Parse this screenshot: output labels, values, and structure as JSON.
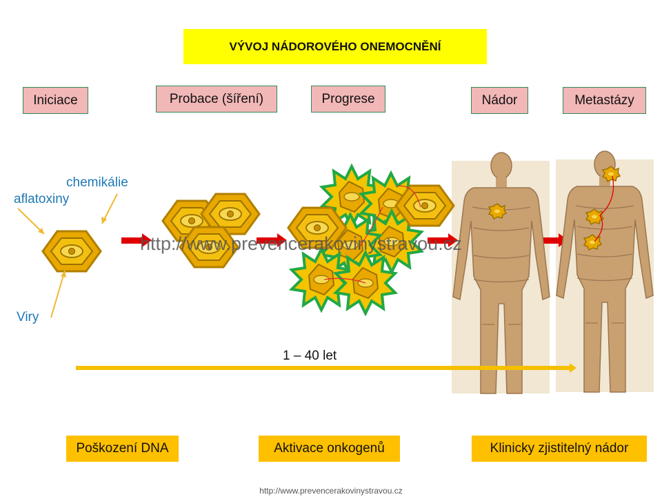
{
  "title": "VÝVOJ NÁDOROVÉHO ONEMOCNĚNÍ",
  "stages": [
    "Iniciace",
    "Probace (šíření)",
    "Progrese",
    "Nádor",
    "Metastázy"
  ],
  "factors": {
    "chemicals": "chemikálie",
    "aflatoxins": "aflatoxiny",
    "viruses": "Viry"
  },
  "timeline_label": "1 – 40 let",
  "watermark": "http://www.prevencerakovinystravou.cz",
  "outcomes": [
    "Poškození DNA",
    "Aktivace onkogenů",
    "Klinicky zjistitelný nádor"
  ],
  "footer": "http://www.prevencerakovinystravou.cz",
  "colors": {
    "title_bg": "#ffff00",
    "stage_bg": "#f2b7b7",
    "outcome_bg": "#ffc000",
    "cell": "#e8a800",
    "spike": "#2bb24c",
    "arrow": "#e00000",
    "timeline": "#f5c000",
    "factor_text": "#1f78b4"
  }
}
